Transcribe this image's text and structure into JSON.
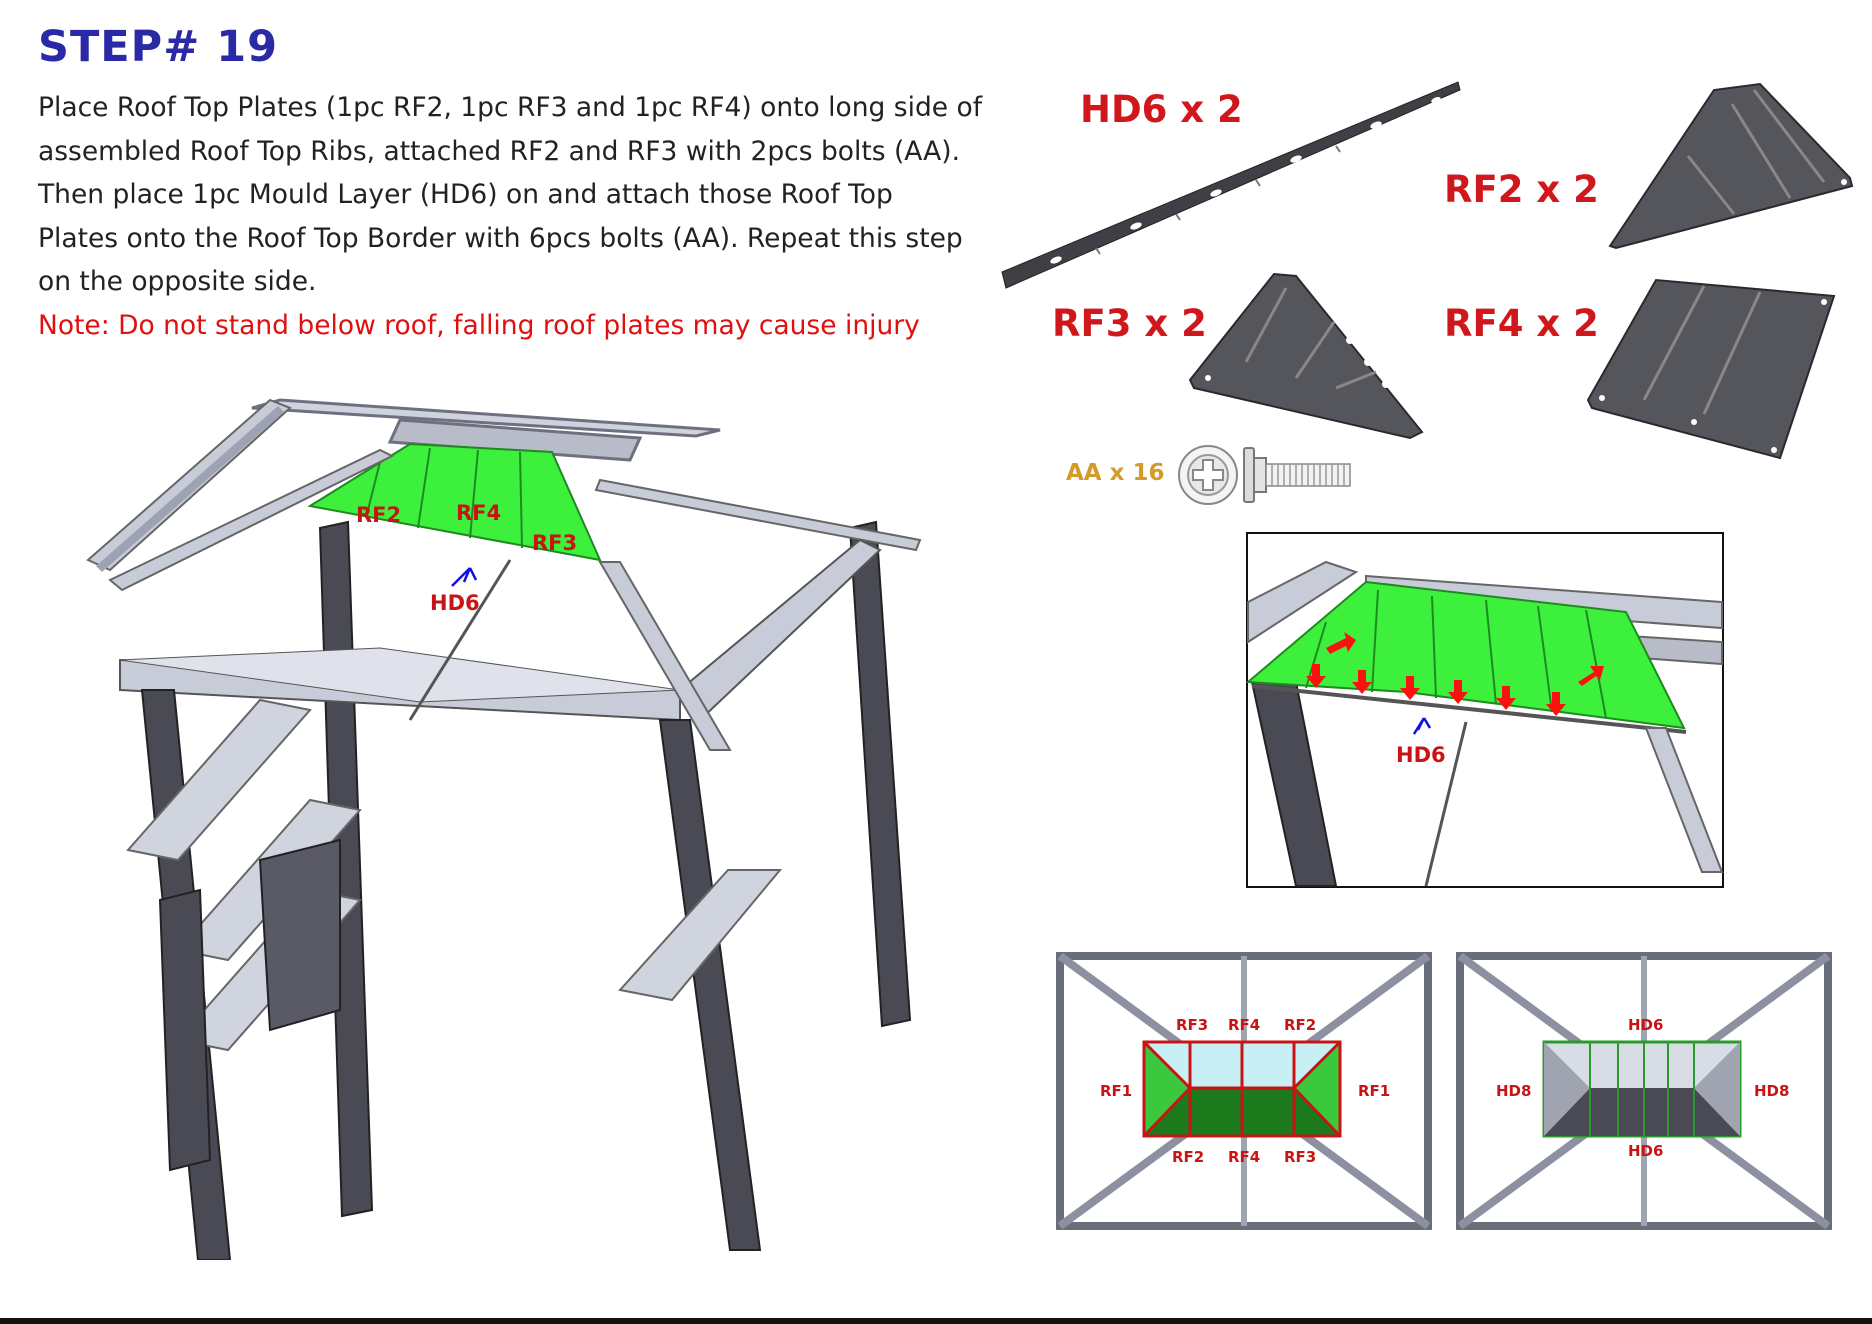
{
  "step": {
    "title": "STEP# 19",
    "instructions": [
      "Place Roof Top Plates (1pc RF2, 1pc RF3 and 1pc RF4) onto long side of",
      "assembled Roof Top Ribs, attached RF2 and RF3 with 2pcs bolts (AA).",
      "Then place 1pc Mould Layer (HD6) on and attach those Roof Top",
      "Plates onto the Roof Top Border with 6pcs bolts (AA). Repeat this step",
      "on the opposite side."
    ],
    "note": "Note: Do not stand below roof, falling roof plates may cause injury"
  },
  "parts": {
    "hd6": "HD6 x 2",
    "rf2": "RF2 x 2",
    "rf3": "RF3 x 2",
    "rf4": "RF4 x 2",
    "bolt": "AA x 16"
  },
  "main_diagram": {
    "labels": {
      "rf2": "RF2",
      "rf4": "RF4",
      "rf3": "RF3",
      "hd6": "HD6"
    }
  },
  "detail_diagram": {
    "labels": {
      "hd6": "HD6"
    }
  },
  "top_view_left": {
    "labels": {
      "top_rf3": "RF3",
      "top_rf4": "RF4",
      "top_rf2": "RF2",
      "left_rf1": "RF1",
      "right_rf1": "RF1",
      "bot_rf2": "RF2",
      "bot_rf4": "RF4",
      "bot_rf3": "RF3"
    }
  },
  "top_view_right": {
    "labels": {
      "top_hd6": "HD6",
      "left_hd8": "HD8",
      "right_hd8": "HD8",
      "bot_hd6": "HD6"
    }
  },
  "colors": {
    "title": "#2a2aa6",
    "note": "#e01010",
    "part_label": "#d0181c",
    "bolt_label": "#d69a2a",
    "roof_green": "#3cf03c",
    "frame_dark": "#4a4a55",
    "frame_light": "#c8ccd8"
  }
}
